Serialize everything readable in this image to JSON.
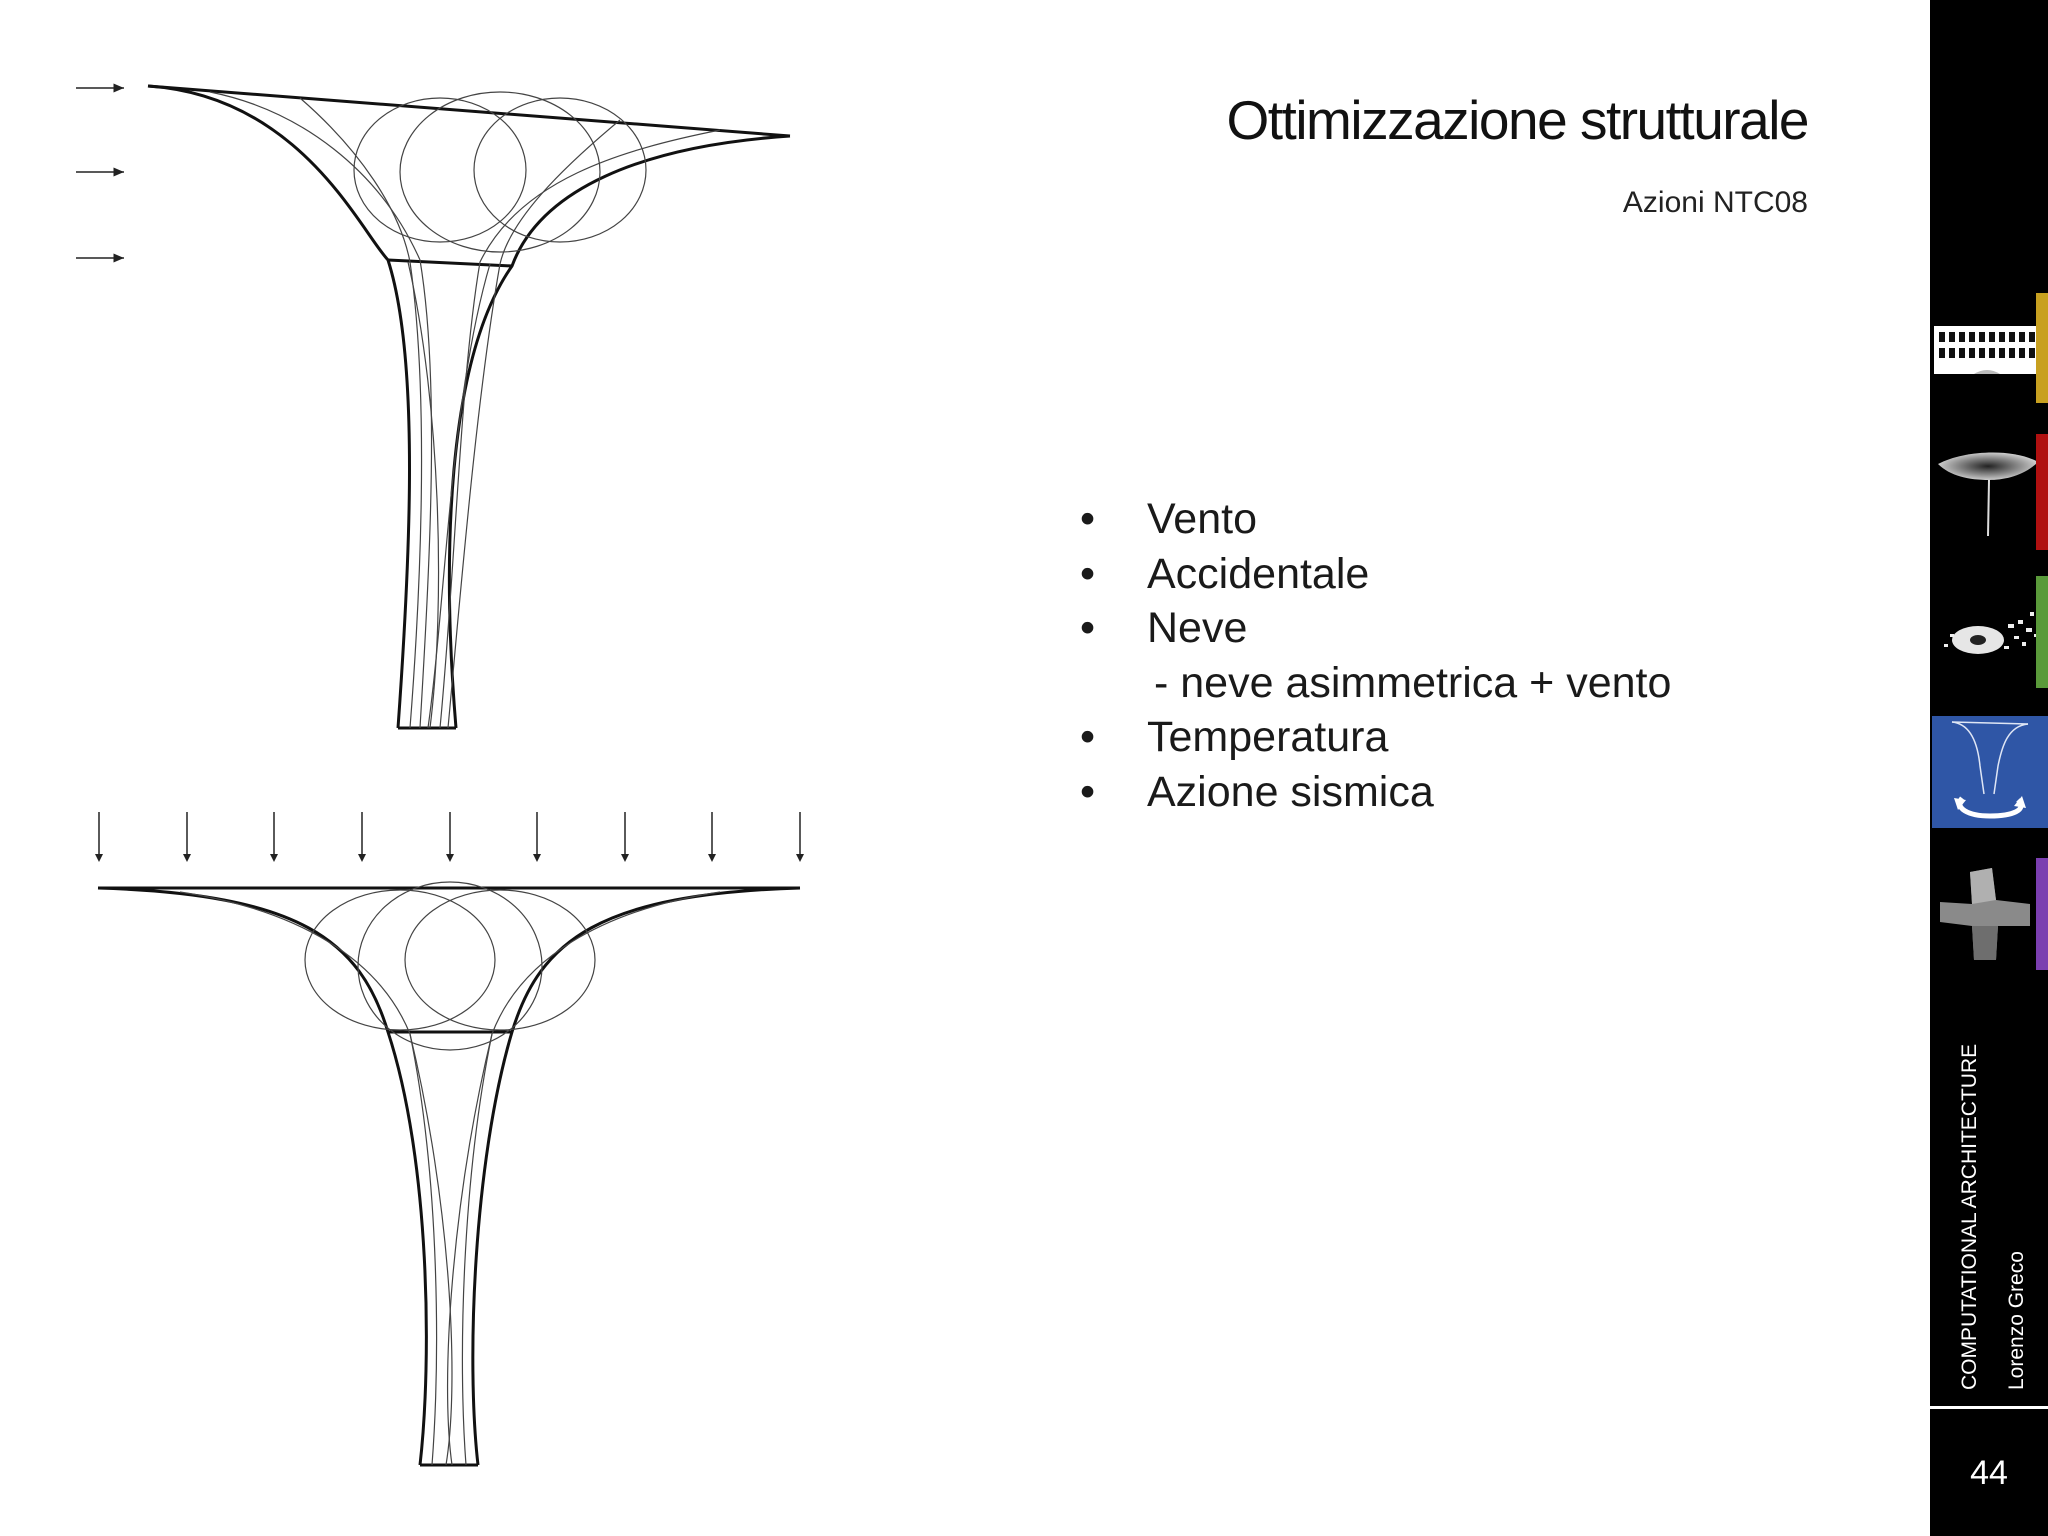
{
  "slide": {
    "title": "Ottimizzazione strutturale",
    "subtitle": "Azioni NTC08",
    "bullets": [
      {
        "marker": "•",
        "text": "Vento"
      },
      {
        "marker": "•",
        "text": "Accidentale"
      },
      {
        "marker": "•",
        "text": "Neve"
      },
      {
        "marker": "",
        "text": "- neve asimmetrica + vento"
      },
      {
        "marker": "•",
        "text": "Temperatura"
      },
      {
        "marker": "•",
        "text": "Azione sismica"
      }
    ]
  },
  "sidebar": {
    "course": "COMPUTATIONAL ARCHITECTURE",
    "author": "Lorenzo Greco",
    "page_number": "44",
    "sections": [
      {
        "icon": "building-facade-icon",
        "color": "#c8a020",
        "active": false
      },
      {
        "icon": "shell-canopy-icon",
        "color": "#b01010",
        "active": false
      },
      {
        "icon": "point-cloud-icon",
        "color": "#5a9a3a",
        "active": false
      },
      {
        "icon": "column-rotation-icon",
        "color": "#2f56a6",
        "active": true
      },
      {
        "icon": "cross-solid-icon",
        "color": "#7b3fb0",
        "active": false
      }
    ]
  },
  "drawings": [
    {
      "name": "wind-load-drawing",
      "load": "horizontal-arrows"
    },
    {
      "name": "vertical-load-drawing",
      "load": "vertical-arrows"
    }
  ]
}
